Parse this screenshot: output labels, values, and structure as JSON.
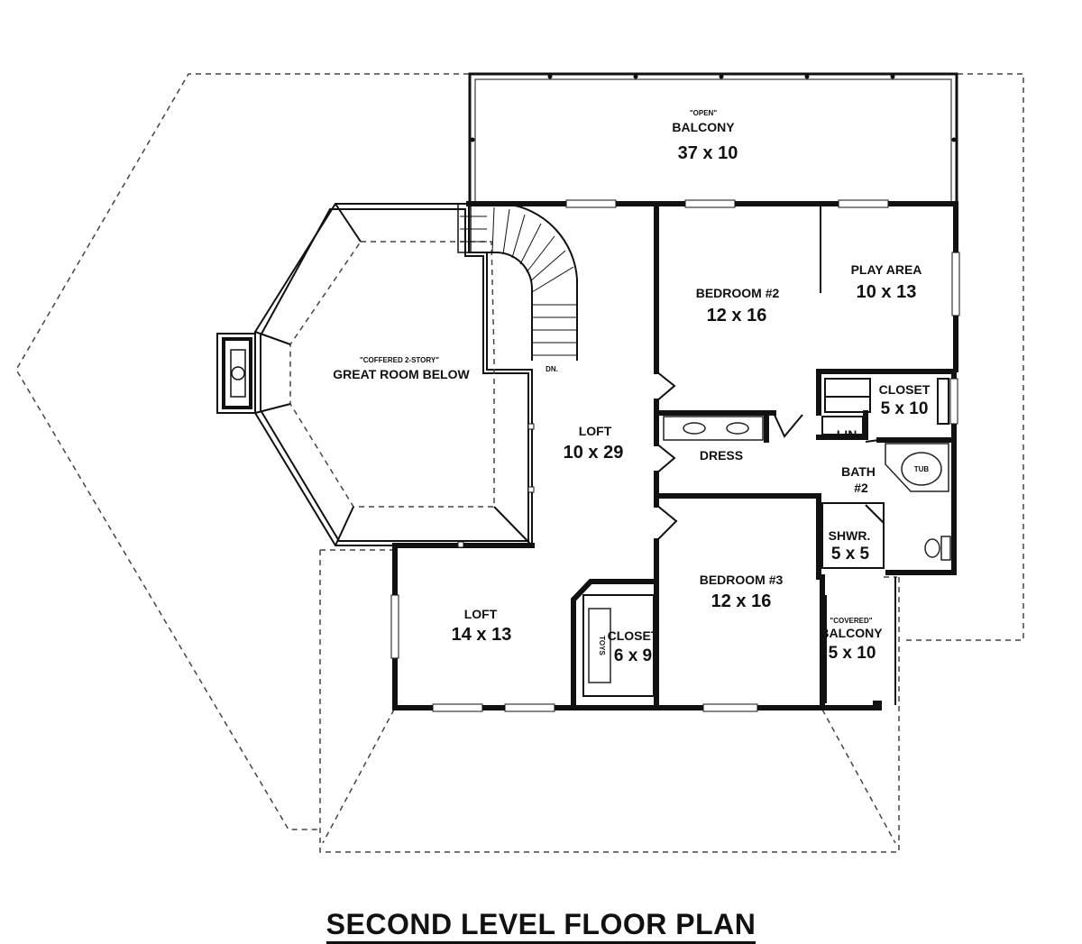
{
  "plan": {
    "title": "SECOND LEVEL FLOOR PLAN",
    "rooms": {
      "open_balcony": {
        "note": "\"OPEN\"",
        "name": "BALCONY",
        "dims": "37 x 10"
      },
      "great_room": {
        "note": "\"COFFERED 2-STORY\"",
        "name": "GREAT ROOM BELOW"
      },
      "bedroom2": {
        "name": "BEDROOM #2",
        "dims": "12 x 16"
      },
      "play_area": {
        "name": "PLAY AREA",
        "dims": "10 x 13"
      },
      "closet_bath": {
        "name": "CLOSET",
        "dims": "5 x 10"
      },
      "lin": {
        "name": "LIN."
      },
      "dress": {
        "name": "DRESS"
      },
      "bath2": {
        "name": "BATH",
        "number": "#2"
      },
      "tub": {
        "name": "TUB"
      },
      "shower": {
        "name": "SHWR.",
        "dims": "5 x 5"
      },
      "loft_main": {
        "name": "LOFT",
        "dims": "10 x 29"
      },
      "loft_small": {
        "name": "LOFT",
        "dims": "14 x 13"
      },
      "closet_toys": {
        "name": "CLOSET",
        "dims": "6 x 9",
        "shelf": "TOYS"
      },
      "bedroom3": {
        "name": "BEDROOM #3",
        "dims": "12 x 16"
      },
      "covered_balcony": {
        "note": "\"COVERED\"",
        "name": "BALCONY",
        "dims": "5 x 10"
      },
      "stair_dn": {
        "name": "DN."
      }
    }
  }
}
